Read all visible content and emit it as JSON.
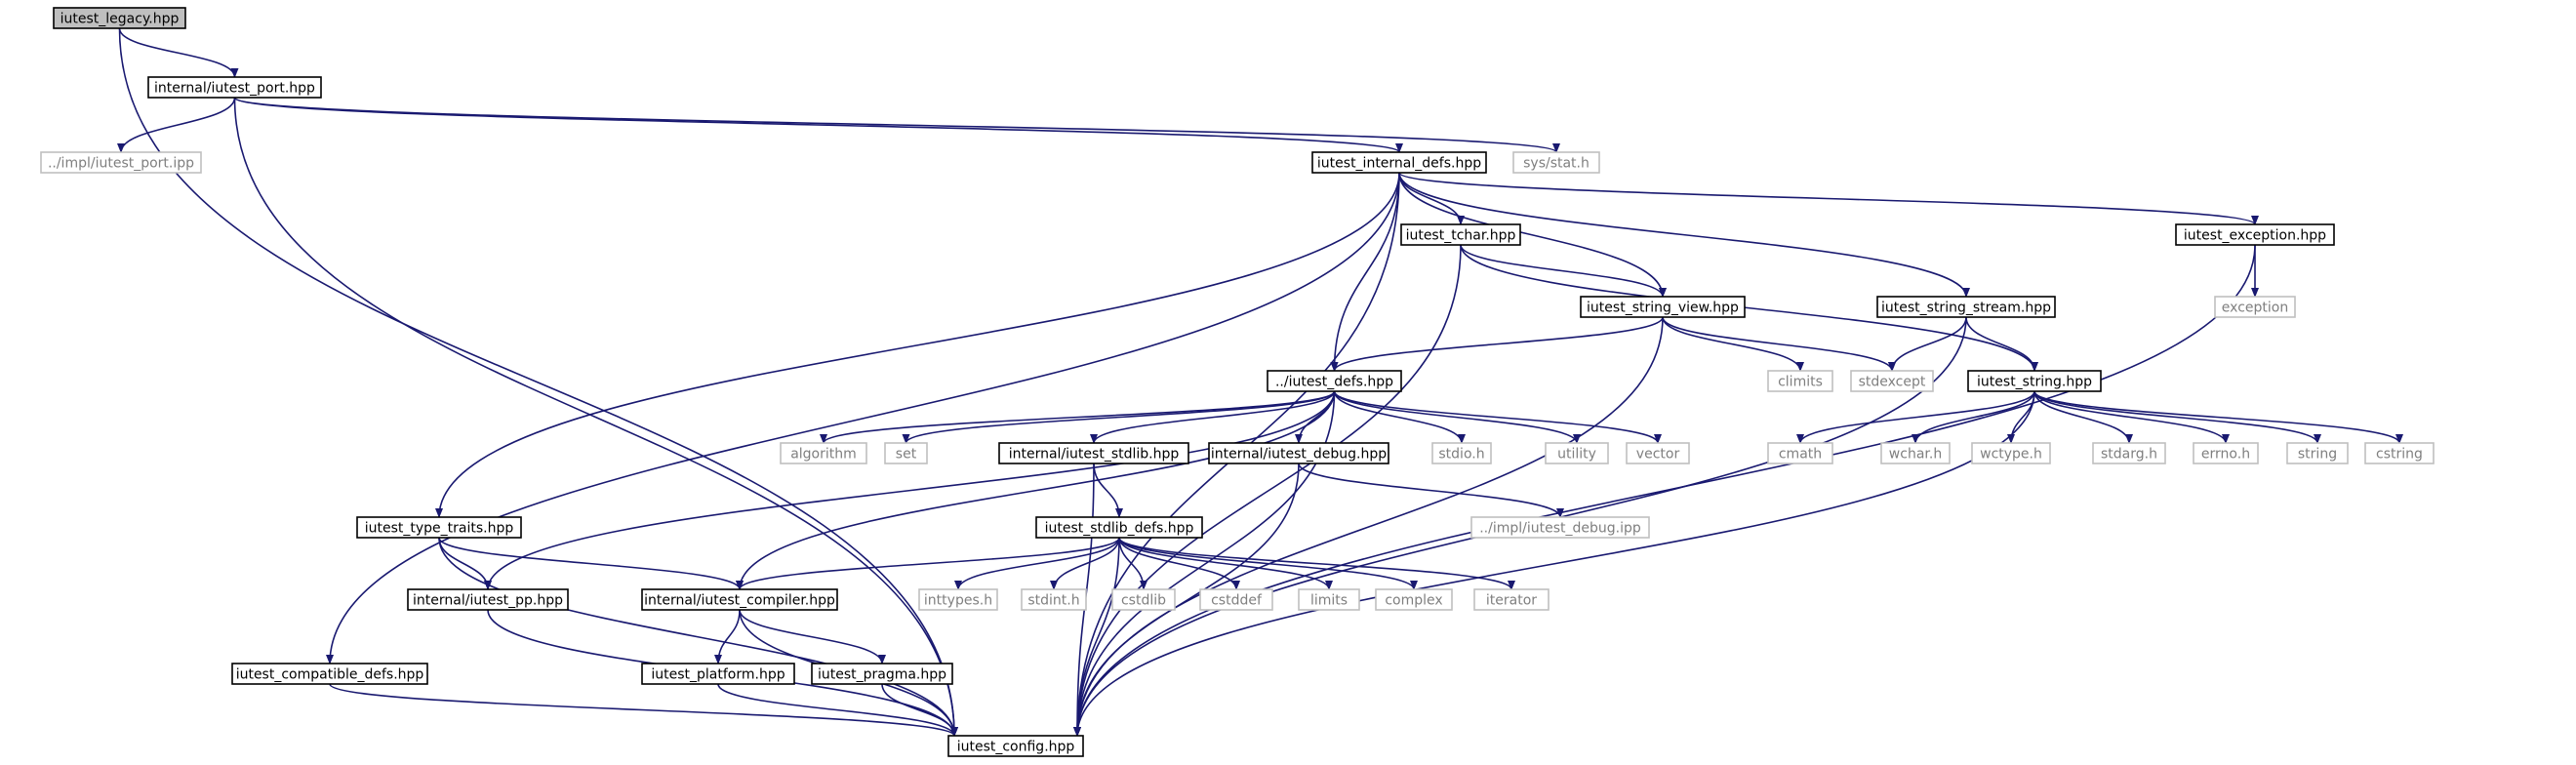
{
  "colors": {
    "edge": "#191970",
    "root_fill": "#bfbfbf",
    "node_border": "#000000",
    "external_border": "#bfbfbf",
    "external_text": "#7f7f7f",
    "text": "#000000"
  },
  "nodes": [
    {
      "id": "legacy",
      "label": "iutest_legacy.hpp",
      "kind": "root"
    },
    {
      "id": "port",
      "label": "internal/iutest_port.hpp",
      "kind": "file"
    },
    {
      "id": "impl_port",
      "label": "../impl/iutest_port.ipp",
      "kind": "external"
    },
    {
      "id": "sysstat",
      "label": "sys/stat.h",
      "kind": "external"
    },
    {
      "id": "internal_defs",
      "label": "iutest_internal_defs.hpp",
      "kind": "file"
    },
    {
      "id": "exception_hpp",
      "label": "iutest_exception.hpp",
      "kind": "file"
    },
    {
      "id": "exception",
      "label": "exception",
      "kind": "external"
    },
    {
      "id": "tchar",
      "label": "iutest_tchar.hpp",
      "kind": "file"
    },
    {
      "id": "string_view",
      "label": "iutest_string_view.hpp",
      "kind": "file"
    },
    {
      "id": "string_stream",
      "label": "iutest_string_stream.hpp",
      "kind": "file"
    },
    {
      "id": "climits",
      "label": "climits",
      "kind": "external"
    },
    {
      "id": "stdexcept",
      "label": "stdexcept",
      "kind": "external"
    },
    {
      "id": "iutest_string",
      "label": "iutest_string.hpp",
      "kind": "file"
    },
    {
      "id": "defs",
      "label": "../iutest_defs.hpp",
      "kind": "file"
    },
    {
      "id": "algorithm",
      "label": "algorithm",
      "kind": "external"
    },
    {
      "id": "set",
      "label": "set",
      "kind": "external"
    },
    {
      "id": "internal_stdlib",
      "label": "internal/iutest_stdlib.hpp",
      "kind": "file"
    },
    {
      "id": "internal_debug",
      "label": "internal/iutest_debug.hpp",
      "kind": "file"
    },
    {
      "id": "stdio",
      "label": "stdio.h",
      "kind": "external"
    },
    {
      "id": "utility",
      "label": "utility",
      "kind": "external"
    },
    {
      "id": "vector",
      "label": "vector",
      "kind": "external"
    },
    {
      "id": "cmath",
      "label": "cmath",
      "kind": "external"
    },
    {
      "id": "wchar",
      "label": "wchar.h",
      "kind": "external"
    },
    {
      "id": "wctype",
      "label": "wctype.h",
      "kind": "external"
    },
    {
      "id": "stdarg",
      "label": "stdarg.h",
      "kind": "external"
    },
    {
      "id": "errno",
      "label": "errno.h",
      "kind": "external"
    },
    {
      "id": "string",
      "label": "string",
      "kind": "external"
    },
    {
      "id": "cstring",
      "label": "cstring",
      "kind": "external"
    },
    {
      "id": "impl_debug",
      "label": "../impl/iutest_debug.ipp",
      "kind": "external"
    },
    {
      "id": "type_traits",
      "label": "iutest_type_traits.hpp",
      "kind": "file"
    },
    {
      "id": "stdlib_defs",
      "label": "iutest_stdlib_defs.hpp",
      "kind": "file"
    },
    {
      "id": "pp",
      "label": "internal/iutest_pp.hpp",
      "kind": "file"
    },
    {
      "id": "compiler",
      "label": "internal/iutest_compiler.hpp",
      "kind": "file"
    },
    {
      "id": "inttypes",
      "label": "inttypes.h",
      "kind": "external"
    },
    {
      "id": "stdint",
      "label": "stdint.h",
      "kind": "external"
    },
    {
      "id": "cstdlib",
      "label": "cstdlib",
      "kind": "external"
    },
    {
      "id": "cstddef",
      "label": "cstddef",
      "kind": "external"
    },
    {
      "id": "limits",
      "label": "limits",
      "kind": "external"
    },
    {
      "id": "complex",
      "label": "complex",
      "kind": "external"
    },
    {
      "id": "iterator",
      "label": "iterator",
      "kind": "external"
    },
    {
      "id": "compatible_defs",
      "label": "iutest_compatible_defs.hpp",
      "kind": "file"
    },
    {
      "id": "platform",
      "label": "iutest_platform.hpp",
      "kind": "file"
    },
    {
      "id": "pragma",
      "label": "iutest_pragma.hpp",
      "kind": "file"
    },
    {
      "id": "config",
      "label": "iutest_config.hpp",
      "kind": "file"
    }
  ],
  "edges": [
    {
      "from": "legacy",
      "to": "port"
    },
    {
      "from": "legacy",
      "to": "config"
    },
    {
      "from": "port",
      "to": "impl_port"
    },
    {
      "from": "port",
      "to": "sysstat"
    },
    {
      "from": "port",
      "to": "internal_defs"
    },
    {
      "from": "port",
      "to": "config"
    },
    {
      "from": "internal_defs",
      "to": "exception_hpp"
    },
    {
      "from": "internal_defs",
      "to": "tchar"
    },
    {
      "from": "internal_defs",
      "to": "string_view"
    },
    {
      "from": "internal_defs",
      "to": "string_stream"
    },
    {
      "from": "internal_defs",
      "to": "defs"
    },
    {
      "from": "internal_defs",
      "to": "type_traits"
    },
    {
      "from": "internal_defs",
      "to": "compatible_defs"
    },
    {
      "from": "internal_defs",
      "to": "config"
    },
    {
      "from": "exception_hpp",
      "to": "exception"
    },
    {
      "from": "exception_hpp",
      "to": "config"
    },
    {
      "from": "tchar",
      "to": "string_view"
    },
    {
      "from": "tchar",
      "to": "iutest_string"
    },
    {
      "from": "tchar",
      "to": "config"
    },
    {
      "from": "string_view",
      "to": "defs"
    },
    {
      "from": "string_view",
      "to": "climits"
    },
    {
      "from": "string_view",
      "to": "stdexcept"
    },
    {
      "from": "string_view",
      "to": "config"
    },
    {
      "from": "string_stream",
      "to": "stdexcept"
    },
    {
      "from": "string_stream",
      "to": "iutest_string"
    },
    {
      "from": "string_stream",
      "to": "config"
    },
    {
      "from": "iutest_string",
      "to": "cmath"
    },
    {
      "from": "iutest_string",
      "to": "wchar"
    },
    {
      "from": "iutest_string",
      "to": "wctype"
    },
    {
      "from": "iutest_string",
      "to": "stdarg"
    },
    {
      "from": "iutest_string",
      "to": "errno"
    },
    {
      "from": "iutest_string",
      "to": "string"
    },
    {
      "from": "iutest_string",
      "to": "cstring"
    },
    {
      "from": "iutest_string",
      "to": "config"
    },
    {
      "from": "defs",
      "to": "algorithm"
    },
    {
      "from": "defs",
      "to": "set"
    },
    {
      "from": "defs",
      "to": "internal_stdlib"
    },
    {
      "from": "defs",
      "to": "internal_debug"
    },
    {
      "from": "defs",
      "to": "stdio"
    },
    {
      "from": "defs",
      "to": "utility"
    },
    {
      "from": "defs",
      "to": "vector"
    },
    {
      "from": "defs",
      "to": "pp"
    },
    {
      "from": "defs",
      "to": "compiler"
    },
    {
      "from": "defs",
      "to": "config"
    },
    {
      "from": "internal_stdlib",
      "to": "stdlib_defs"
    },
    {
      "from": "internal_stdlib",
      "to": "config"
    },
    {
      "from": "internal_debug",
      "to": "impl_debug"
    },
    {
      "from": "internal_debug",
      "to": "config"
    },
    {
      "from": "type_traits",
      "to": "pp"
    },
    {
      "from": "type_traits",
      "to": "compiler"
    },
    {
      "from": "type_traits",
      "to": "config"
    },
    {
      "from": "stdlib_defs",
      "to": "compiler"
    },
    {
      "from": "stdlib_defs",
      "to": "inttypes"
    },
    {
      "from": "stdlib_defs",
      "to": "stdint"
    },
    {
      "from": "stdlib_defs",
      "to": "cstdlib"
    },
    {
      "from": "stdlib_defs",
      "to": "cstddef"
    },
    {
      "from": "stdlib_defs",
      "to": "limits"
    },
    {
      "from": "stdlib_defs",
      "to": "complex"
    },
    {
      "from": "stdlib_defs",
      "to": "iterator"
    },
    {
      "from": "stdlib_defs",
      "to": "config"
    },
    {
      "from": "pp",
      "to": "config"
    },
    {
      "from": "compiler",
      "to": "platform"
    },
    {
      "from": "compiler",
      "to": "pragma"
    },
    {
      "from": "compiler",
      "to": "config"
    },
    {
      "from": "compatible_defs",
      "to": "config"
    },
    {
      "from": "platform",
      "to": "config"
    },
    {
      "from": "pragma",
      "to": "config"
    }
  ]
}
